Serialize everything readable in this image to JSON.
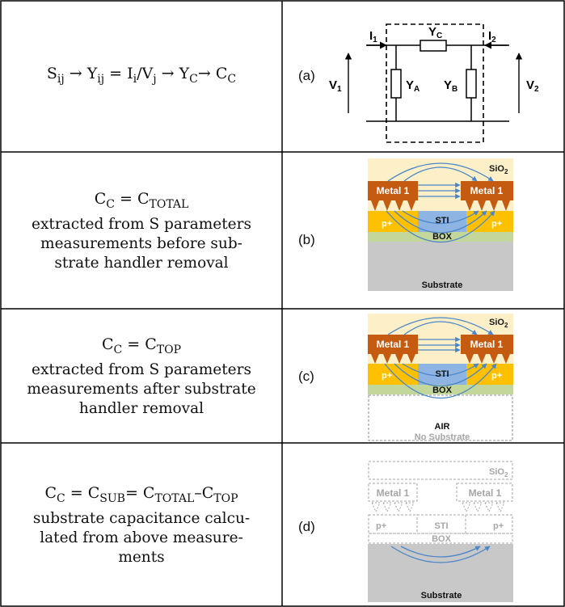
{
  "rows": [
    {
      "id": "a",
      "panel_label": "(a)",
      "equation": {
        "s": "S",
        "s_sub": "ij",
        "arrow1": "→",
        "y": "Y",
        "y_sub": "ij",
        "eq": " = ",
        "i": "I",
        "i_sub": "i",
        "slash": "/",
        "v": "V",
        "v_sub": "j",
        "arrow2": "→",
        "yc": "Y",
        "yc_sub": "C",
        "arrow3": "→",
        "cc": "C",
        "cc_sub": "C"
      },
      "circuit": {
        "i1": "I",
        "i1_sub": "1",
        "i2": "I",
        "i2_sub": "2",
        "v1": "V",
        "v1_sub": "1",
        "v2": "V",
        "v2_sub": "2",
        "ya": "Y",
        "ya_sub": "A",
        "yb": "Y",
        "yb_sub": "B",
        "yc": "Y",
        "yc_sub": "C"
      }
    },
    {
      "id": "b",
      "panel_label": "(b)",
      "equation": {
        "c": "C",
        "c_sub": "C",
        "eq": " = ",
        "rhs": "C",
        "rhs_sub": "TOTAL"
      },
      "description_lines": [
        "extracted from S parameters",
        "measurements before sub-",
        "strate handler removal"
      ],
      "figure": {
        "sio2": "SiO",
        "sio2_sub": "2",
        "metal_left": "Metal 1",
        "metal_right": "Metal 1",
        "p_left": "p+",
        "p_right": "p+",
        "sti": "STI",
        "box": "BOX",
        "substrate": "Substrate"
      }
    },
    {
      "id": "c",
      "panel_label": "(c)",
      "equation": {
        "c": "C",
        "c_sub": "C",
        "eq": " = ",
        "rhs": "C",
        "rhs_sub": "TOP"
      },
      "description_lines": [
        "extracted from S parameters",
        "measurements after substrate",
        "handler removal"
      ],
      "figure": {
        "sio2": "SiO",
        "sio2_sub": "2",
        "metal_left": "Metal 1",
        "metal_right": "Metal 1",
        "p_left": "p+",
        "p_right": "p+",
        "sti": "STI",
        "box": "BOX",
        "air": "AIR",
        "no_substrate": "No Substrate"
      }
    },
    {
      "id": "d",
      "panel_label": "(d)",
      "equation": {
        "c": "C",
        "c_sub": "C",
        "eq": " = ",
        "mid": "C",
        "mid_sub": "SUB",
        "eq2": "= ",
        "t": "C",
        "t_sub": "TOTAL",
        "minus": "–",
        "top": "C",
        "top_sub": "TOP"
      },
      "description_lines": [
        "substrate capacitance calcu-",
        "lated from above measure-",
        "ments"
      ],
      "figure": {
        "sio2": "SiO",
        "sio2_sub": "2",
        "metal_left": "Metal 1",
        "metal_right": "Metal 1",
        "p_left": "p+",
        "p_right": "p+",
        "sti": "STI",
        "box": "BOX",
        "substrate": "Substrate"
      }
    }
  ],
  "colors": {
    "metal": "#c55a11",
    "pplus": "#ffc000",
    "sti": "#8db4e2",
    "box": "#c4d79b",
    "sio2": "#fdf0c8",
    "substrate": "#c8c8c8",
    "field": "#4a86c8",
    "ghost": "#a6a6a6"
  }
}
